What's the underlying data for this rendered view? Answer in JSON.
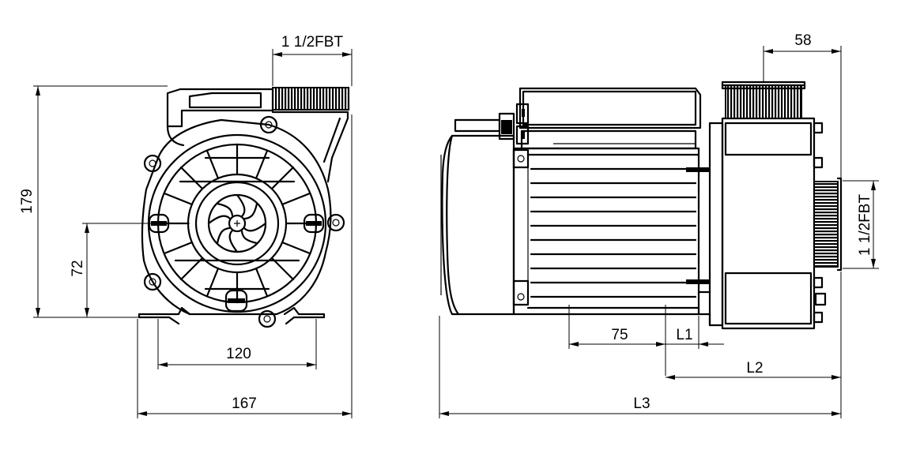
{
  "front_view": {
    "outlet_thread_label": "1 1/2FBT",
    "height_label": "179",
    "axis_height_label": "72",
    "foot_spacing_label": "120",
    "width_label": "167"
  },
  "side_view": {
    "outlet_offset_label": "58",
    "inlet_thread_label": "1 1/2FBT",
    "mount_length_label": "75",
    "l1_label": "L1",
    "l2_label": "L2",
    "l3_label": "L3"
  }
}
